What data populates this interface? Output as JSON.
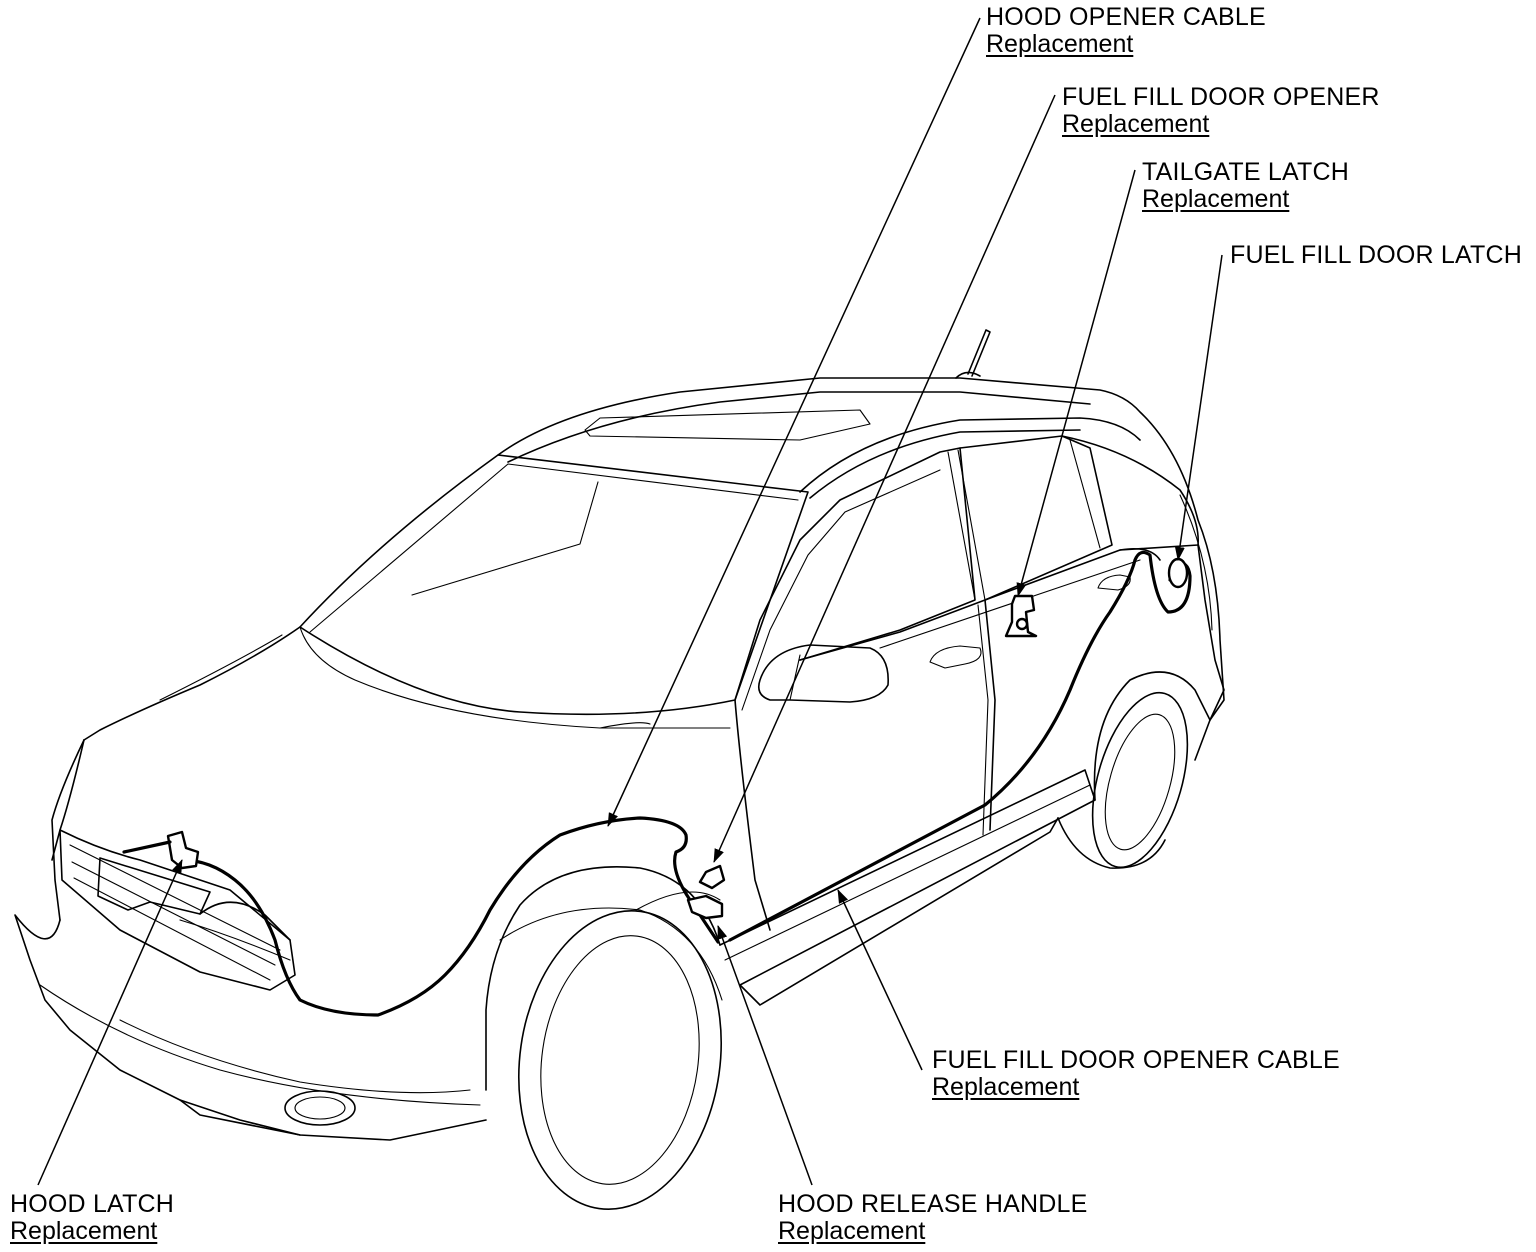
{
  "callouts": {
    "hood_opener_cable": {
      "title": "HOOD OPENER CABLE",
      "link": "Replacement"
    },
    "fuel_fill_door_opener": {
      "title": "FUEL FILL DOOR OPENER",
      "link": "Replacement"
    },
    "tailgate_latch": {
      "title": "TAILGATE LATCH",
      "link": "Replacement"
    },
    "fuel_fill_door_latch": {
      "title": "FUEL FILL DOOR LATCH"
    },
    "fuel_fill_door_opener_cable": {
      "title": "FUEL FILL DOOR OPENER CABLE",
      "link": "Replacement"
    },
    "hood_latch": {
      "title": "HOOD LATCH",
      "link": "Replacement"
    },
    "hood_release_handle": {
      "title": "HOOD RELEASE HANDLE",
      "link": "Replacement"
    }
  }
}
